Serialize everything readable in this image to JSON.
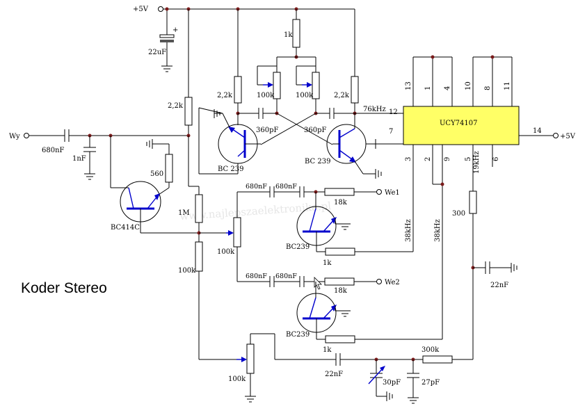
{
  "title": "Koder Stereo",
  "watermark": "www.najlepszaelektronika.pl",
  "colors": {
    "wire": "#000000",
    "node": "#7a1a1a",
    "transistor_accent": "#0000cc",
    "ic_fill": "#ffff66"
  },
  "labels": {
    "vcc_top": "+5V",
    "vcc_right": "+5V",
    "input": "Wy",
    "out1": "We1",
    "out2": "We2",
    "c_22uF": "22uF",
    "c_plus": "+",
    "r_1k_top": "1k",
    "r_2k2_a": "2,2k",
    "r_2k2_b": "2,2k",
    "r_2k2_c": "2,2k",
    "pot_100k_a": "100k",
    "pot_100k_b": "100k",
    "pot_100k_mid": "100k",
    "pot_100k_bottom": "100k",
    "c_360pF_a": "360pF",
    "c_360pF_b": "360pF",
    "q_bc239_a": "BC 239",
    "q_bc239_b": "BC 239",
    "q_bc239_c": "BC239",
    "q_bc239_d": "BC239",
    "q_bc414c": "BC414C",
    "c_680nF_in": "680nF",
    "c_1nF": "1nF",
    "r_560": "560",
    "r_1M": "1M",
    "r_100k_low": "100k",
    "c_680nF_1a": "680nF",
    "c_680nF_1b": "680nF",
    "c_680nF_2a": "680nF",
    "c_680nF_2b": "680nF",
    "r_18k_1": "18k",
    "r_18k_2": "18k",
    "r_1k_1": "1k",
    "r_1k_2": "1k",
    "sig_76k": "76kHz",
    "sig_38k_a": "38kHz",
    "sig_38k_b": "38kHz",
    "sig_19k": "19kHz",
    "r_300": "300",
    "r_300k": "300k",
    "c_22nF_a": "22nF",
    "c_22nF_b": "22nF",
    "c_30pF": "30pF",
    "c_27pF": "27pF",
    "ic_name": "UCY74107"
  },
  "ic_pins": {
    "top": [
      "13",
      "1",
      "4",
      "10",
      "8",
      "11"
    ],
    "left_top": "12",
    "left_mid": "7",
    "right": "14",
    "bottom": [
      "3",
      "2",
      "9",
      "5",
      "6"
    ]
  }
}
